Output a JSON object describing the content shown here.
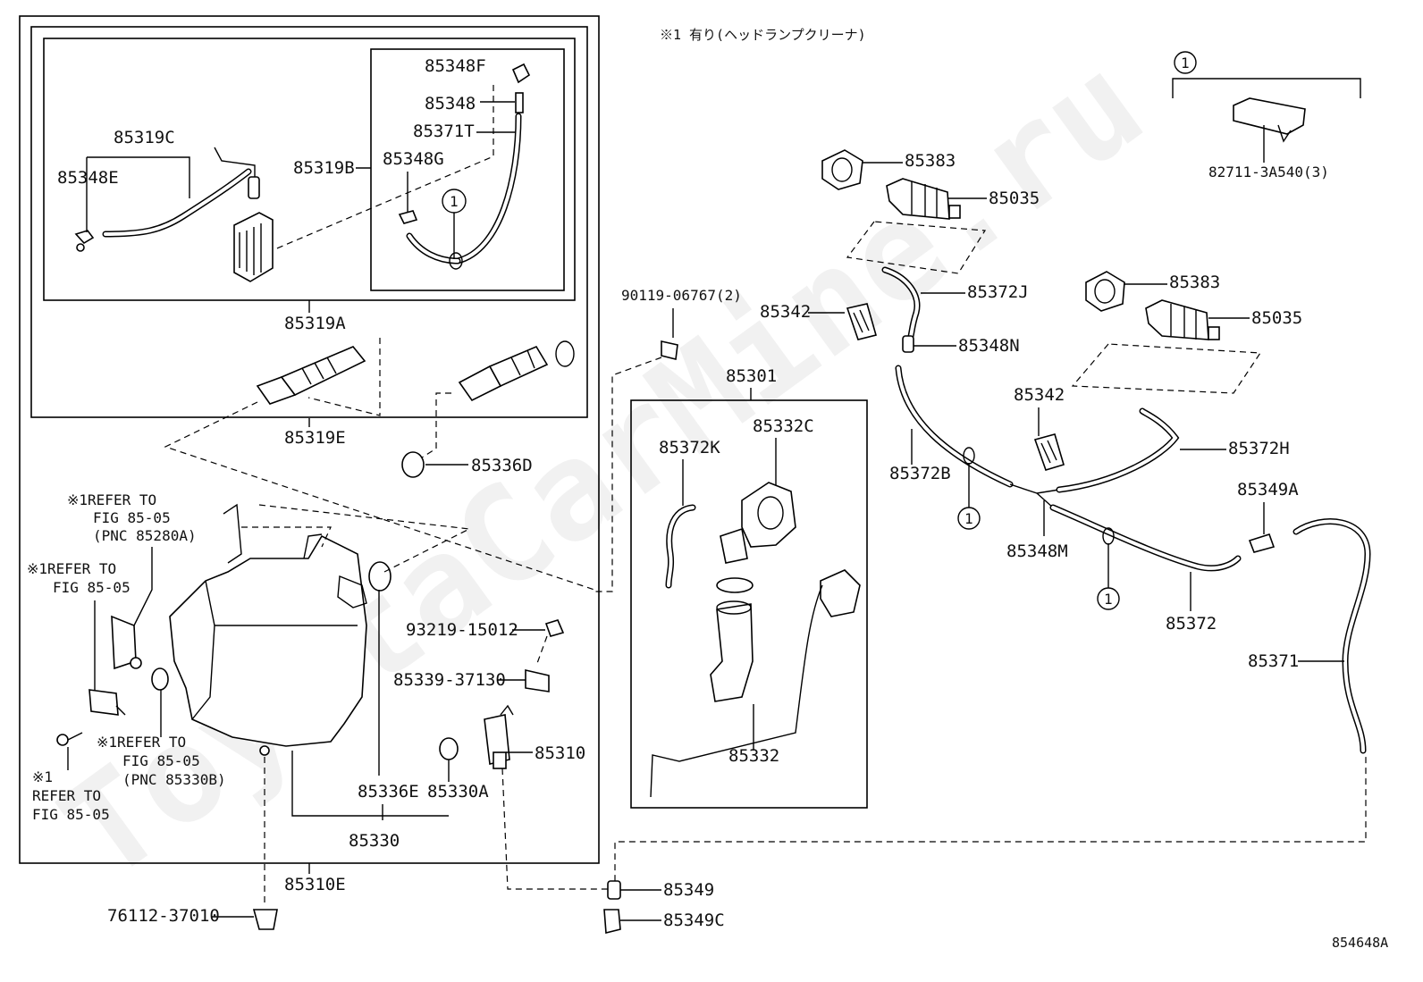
{
  "note": "※1 有り(ヘッドランプクリーナ)",
  "figure_code": "854648A",
  "watermark": "ToyotaCarMine.ru",
  "callout_symbol": "1",
  "parts": {
    "p85348F": "85348F",
    "p85348": "85348",
    "p85371T": "85371T",
    "p85319C": "85319C",
    "p85319B": "85319B",
    "p85348G": "85348G",
    "p85348E": "85348E",
    "p85319A": "85319A",
    "p85319E": "85319E",
    "p85336D": "85336D",
    "p90119": "90119-06767(2)",
    "p85301": "85301",
    "p85372K": "85372K",
    "p85332C": "85332C",
    "p85332": "85332",
    "p93219": "93219-15012",
    "p85339": "85339-37130",
    "p85310": "85310",
    "p85336E": "85336E",
    "p85330A": "85330A",
    "p85330": "85330",
    "p85310E": "85310E",
    "p76112": "76112-37010",
    "p85349": "85349",
    "p85349C": "85349C",
    "p85383a": "85383",
    "p85035a": "85035",
    "p85383b": "85383",
    "p85035b": "85035",
    "p85342a": "85342",
    "p85372J": "85372J",
    "p85348N": "85348N",
    "p85342b": "85342",
    "p85372H": "85372H",
    "p85372B": "85372B",
    "p85348M": "85348M",
    "p85372": "85372",
    "p85349A": "85349A",
    "p85371": "85371",
    "p82711": "82711-3A540(3)"
  },
  "refs": {
    "r1": [
      "※1REFER TO",
      "FIG 85-05",
      "(PNC 85280A)"
    ],
    "r2": [
      "※1REFER TO",
      "FIG 85-05"
    ],
    "r3": [
      "※1REFER TO",
      "FIG 85-05",
      "(PNC 85330B)"
    ],
    "r4": [
      "※1",
      "REFER TO",
      "FIG 85-05"
    ]
  }
}
